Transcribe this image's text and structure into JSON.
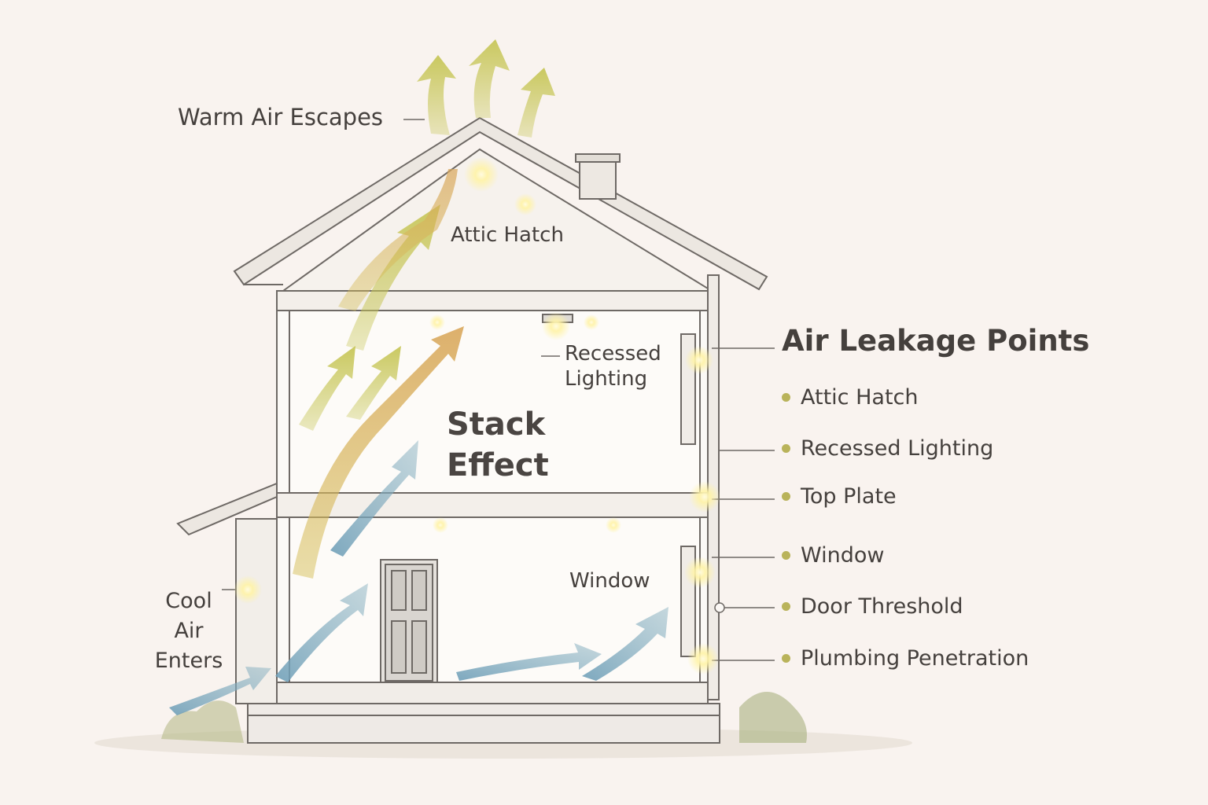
{
  "labels": {
    "warm_air": "Warm Air Escapes",
    "attic_hatch": "Attic Hatch",
    "recessed_line1": "Recessed",
    "recessed_line2": "Lighting",
    "stack_line1": "Stack",
    "stack_line2": "Effect",
    "window": "Window",
    "cool_line1": "Cool",
    "cool_line2": "Air",
    "cool_line3": "Enters"
  },
  "legend": {
    "title": "Air Leakage Points",
    "items": [
      {
        "label": "Attic Hatch"
      },
      {
        "label": "Recessed Lighting"
      },
      {
        "label": "Top Plate"
      },
      {
        "label": "Window"
      },
      {
        "label": "Door Threshold"
      },
      {
        "label": "Plumbing Penetration"
      }
    ]
  },
  "colors": {
    "warm_arrow": "#c7c658",
    "hot_arrow": "#d9a75c",
    "cool_arrow": "#7fa9bb",
    "leak_dot": "#b9b35a",
    "glow": "#fff3a6"
  }
}
